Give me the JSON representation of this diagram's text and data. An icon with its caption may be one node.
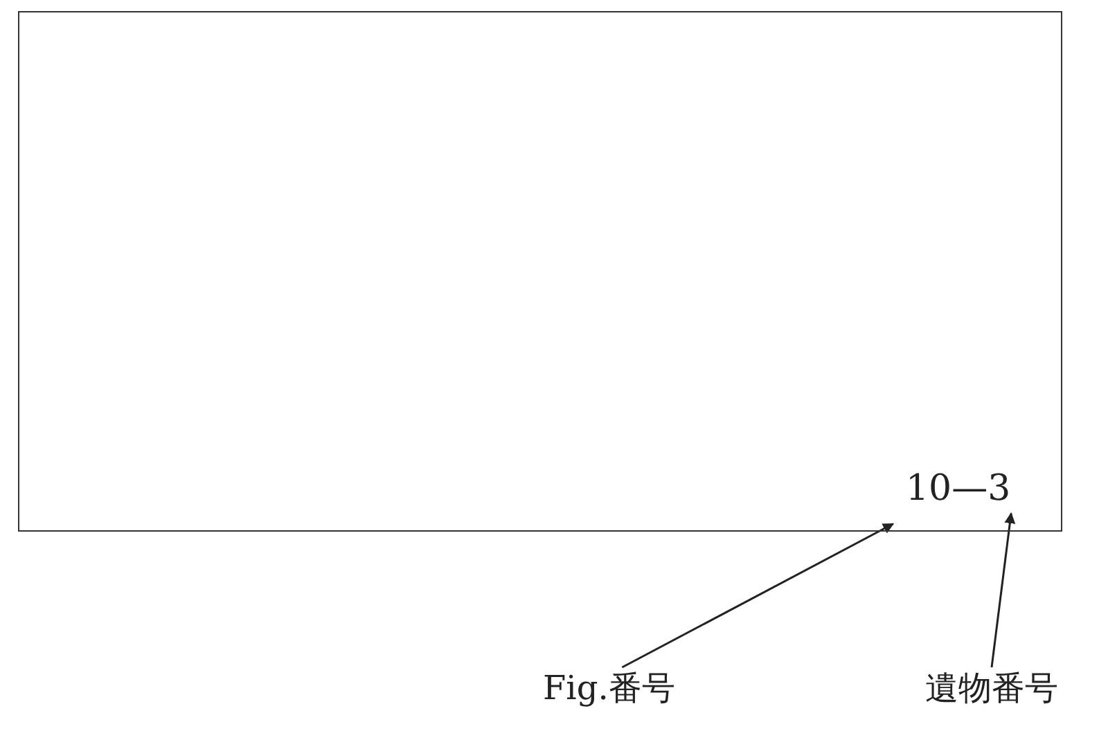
{
  "diagram": {
    "nodes": [
      {
        "text": [],
        "shape": "box"
      },
      {
        "text": [
          "Fig.番号"
        ]
      },
      {
        "text": [
          "遺物番号"
        ]
      }
    ],
    "edges": [
      {
        "from": 1,
        "to": 0,
        "arrow": "to"
      },
      {
        "from": 2,
        "to": 0,
        "arrow": "to"
      }
    ],
    "labels": [
      "10—3"
    ]
  }
}
